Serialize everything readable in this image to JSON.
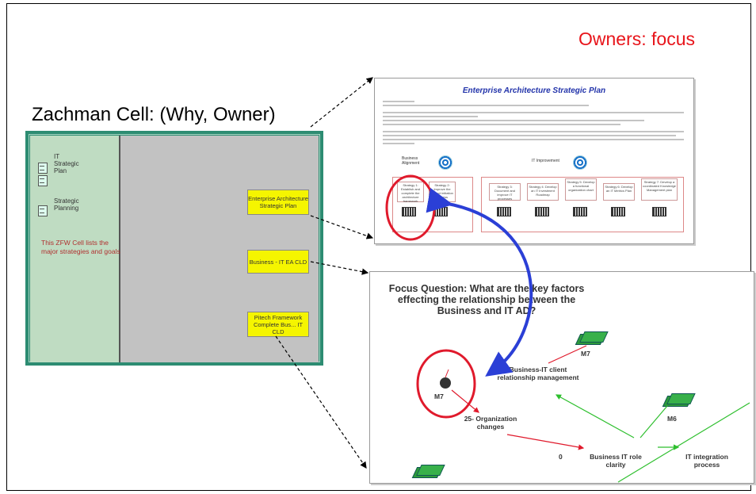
{
  "header": {
    "owners_focus": "Owners: focus",
    "zachman_title": "Zachman Cell: (Why, Owner)"
  },
  "cell": {
    "left_items": [
      {
        "label": "IT\nStrategic\nPlan"
      },
      {
        "label": "Strategic\nPlanning"
      }
    ],
    "note": "This ZFW Cell lists the major strategies and goals",
    "boxes": [
      {
        "label": "Enterprise Architecture Strategic Plan"
      },
      {
        "label": "Business - IT EA CLD"
      },
      {
        "label": "Pitech Framework Complete Bus... IT CLD"
      }
    ]
  },
  "doc_plan": {
    "title": "Enterprise Architecture Strategic Plan",
    "business_alignment": "Business Alignment",
    "it_improvement": "IT Improvement",
    "strategies": [
      "Strategy 1: Establish and complete the architecture framework",
      "Strategy 2: Improve the project initiation process",
      "Strategy 3: Document and improve IT processes",
      "Strategy 4: Develop an IT Investment Roadmap",
      "Strategy 5: Develop a functional organization chart",
      "Strategy 6: Develop an IT Metrics Plan",
      "Strategy 7: Develop a coordinated Knowledge Management plan"
    ]
  },
  "doc_cld": {
    "focus_question": "Focus Question: What are the key factors effecting the relationship between the Business and IT AD?",
    "nodes": {
      "m7_top": "M7",
      "m7_bomb": "M7",
      "m6": "M6",
      "relationship": "Business-IT client relationship management",
      "org_changes": "25- Organization changes",
      "role_clarity": "Business IT role clarity",
      "integration": "IT integration process",
      "zero": "0"
    }
  },
  "colors": {
    "owners_red": "#e8141a",
    "cell_green": "#2d8c72",
    "yellow_box": "#f5f500",
    "arrow_blue": "#2b3fd6",
    "circle_red": "#e01a2c"
  }
}
